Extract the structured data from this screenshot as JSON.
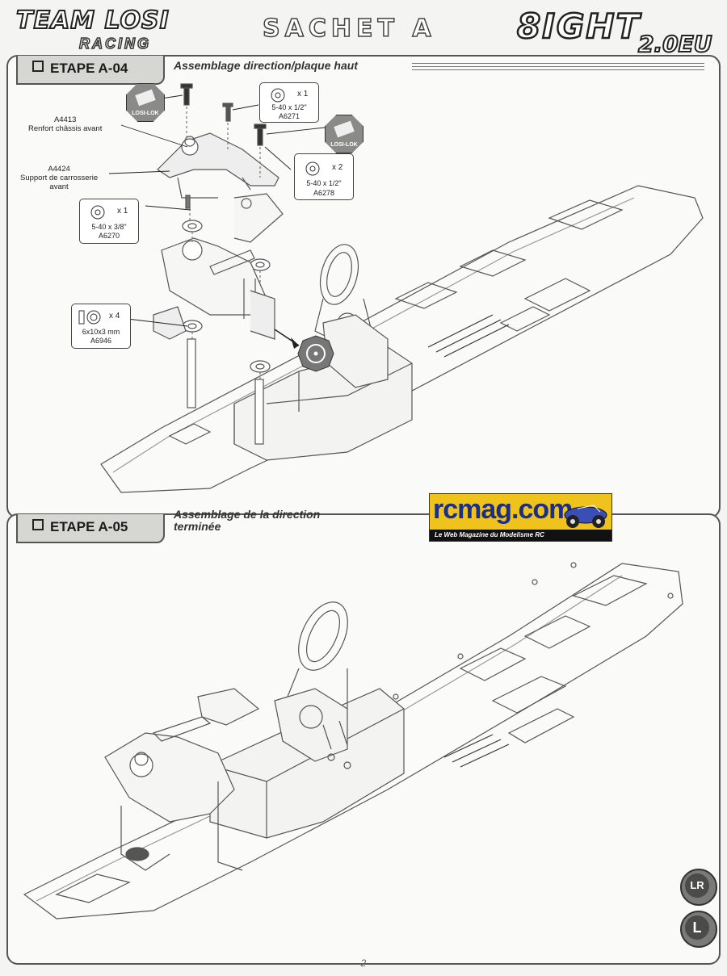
{
  "header": {
    "brand_top": "TEAM LOSI",
    "brand_sub": "RACING",
    "bag_title": "SACHET A",
    "product_main": "8IGHT",
    "product_sub": "2.0EU"
  },
  "steps": [
    {
      "label": "ETAPE A-04",
      "description": "Assemblage direction/plaque haut"
    },
    {
      "label": "ETAPE A-05",
      "description_line1": "Assemblage de la direction",
      "description_line2": "terminée"
    }
  ],
  "callouts": {
    "a4413_code": "A4413",
    "a4413_name": "Renfort châssis avant",
    "a4424_code": "A4424",
    "a4424_name_line1": "Support de carrosserie",
    "a4424_name_line2": "avant"
  },
  "hardware": [
    {
      "qty": "x 1",
      "size": "5-40 x 1/2\"",
      "code": "A6271"
    },
    {
      "qty": "x 2",
      "size": "5-40 x 1/2\"",
      "code": "A6278"
    },
    {
      "qty": "x 1",
      "size": "5-40 x 3/8\"",
      "code": "A6270"
    },
    {
      "qty": "x 4",
      "size": "6x10x3 mm",
      "code": "A6946"
    }
  ],
  "losi_lok_label": "LOSI-LOK",
  "watermark": {
    "name": "rcmag.com",
    "tagline": "Le Web Magazine du Modelisme RC"
  },
  "badges": {
    "left_right": "LR",
    "left": "L"
  },
  "page_number": "2",
  "colors": {
    "frame": "#555555",
    "tab": "#d6d6d3",
    "banner_yellow": "#f0c31c",
    "banner_blue": "#1a2f8a"
  }
}
